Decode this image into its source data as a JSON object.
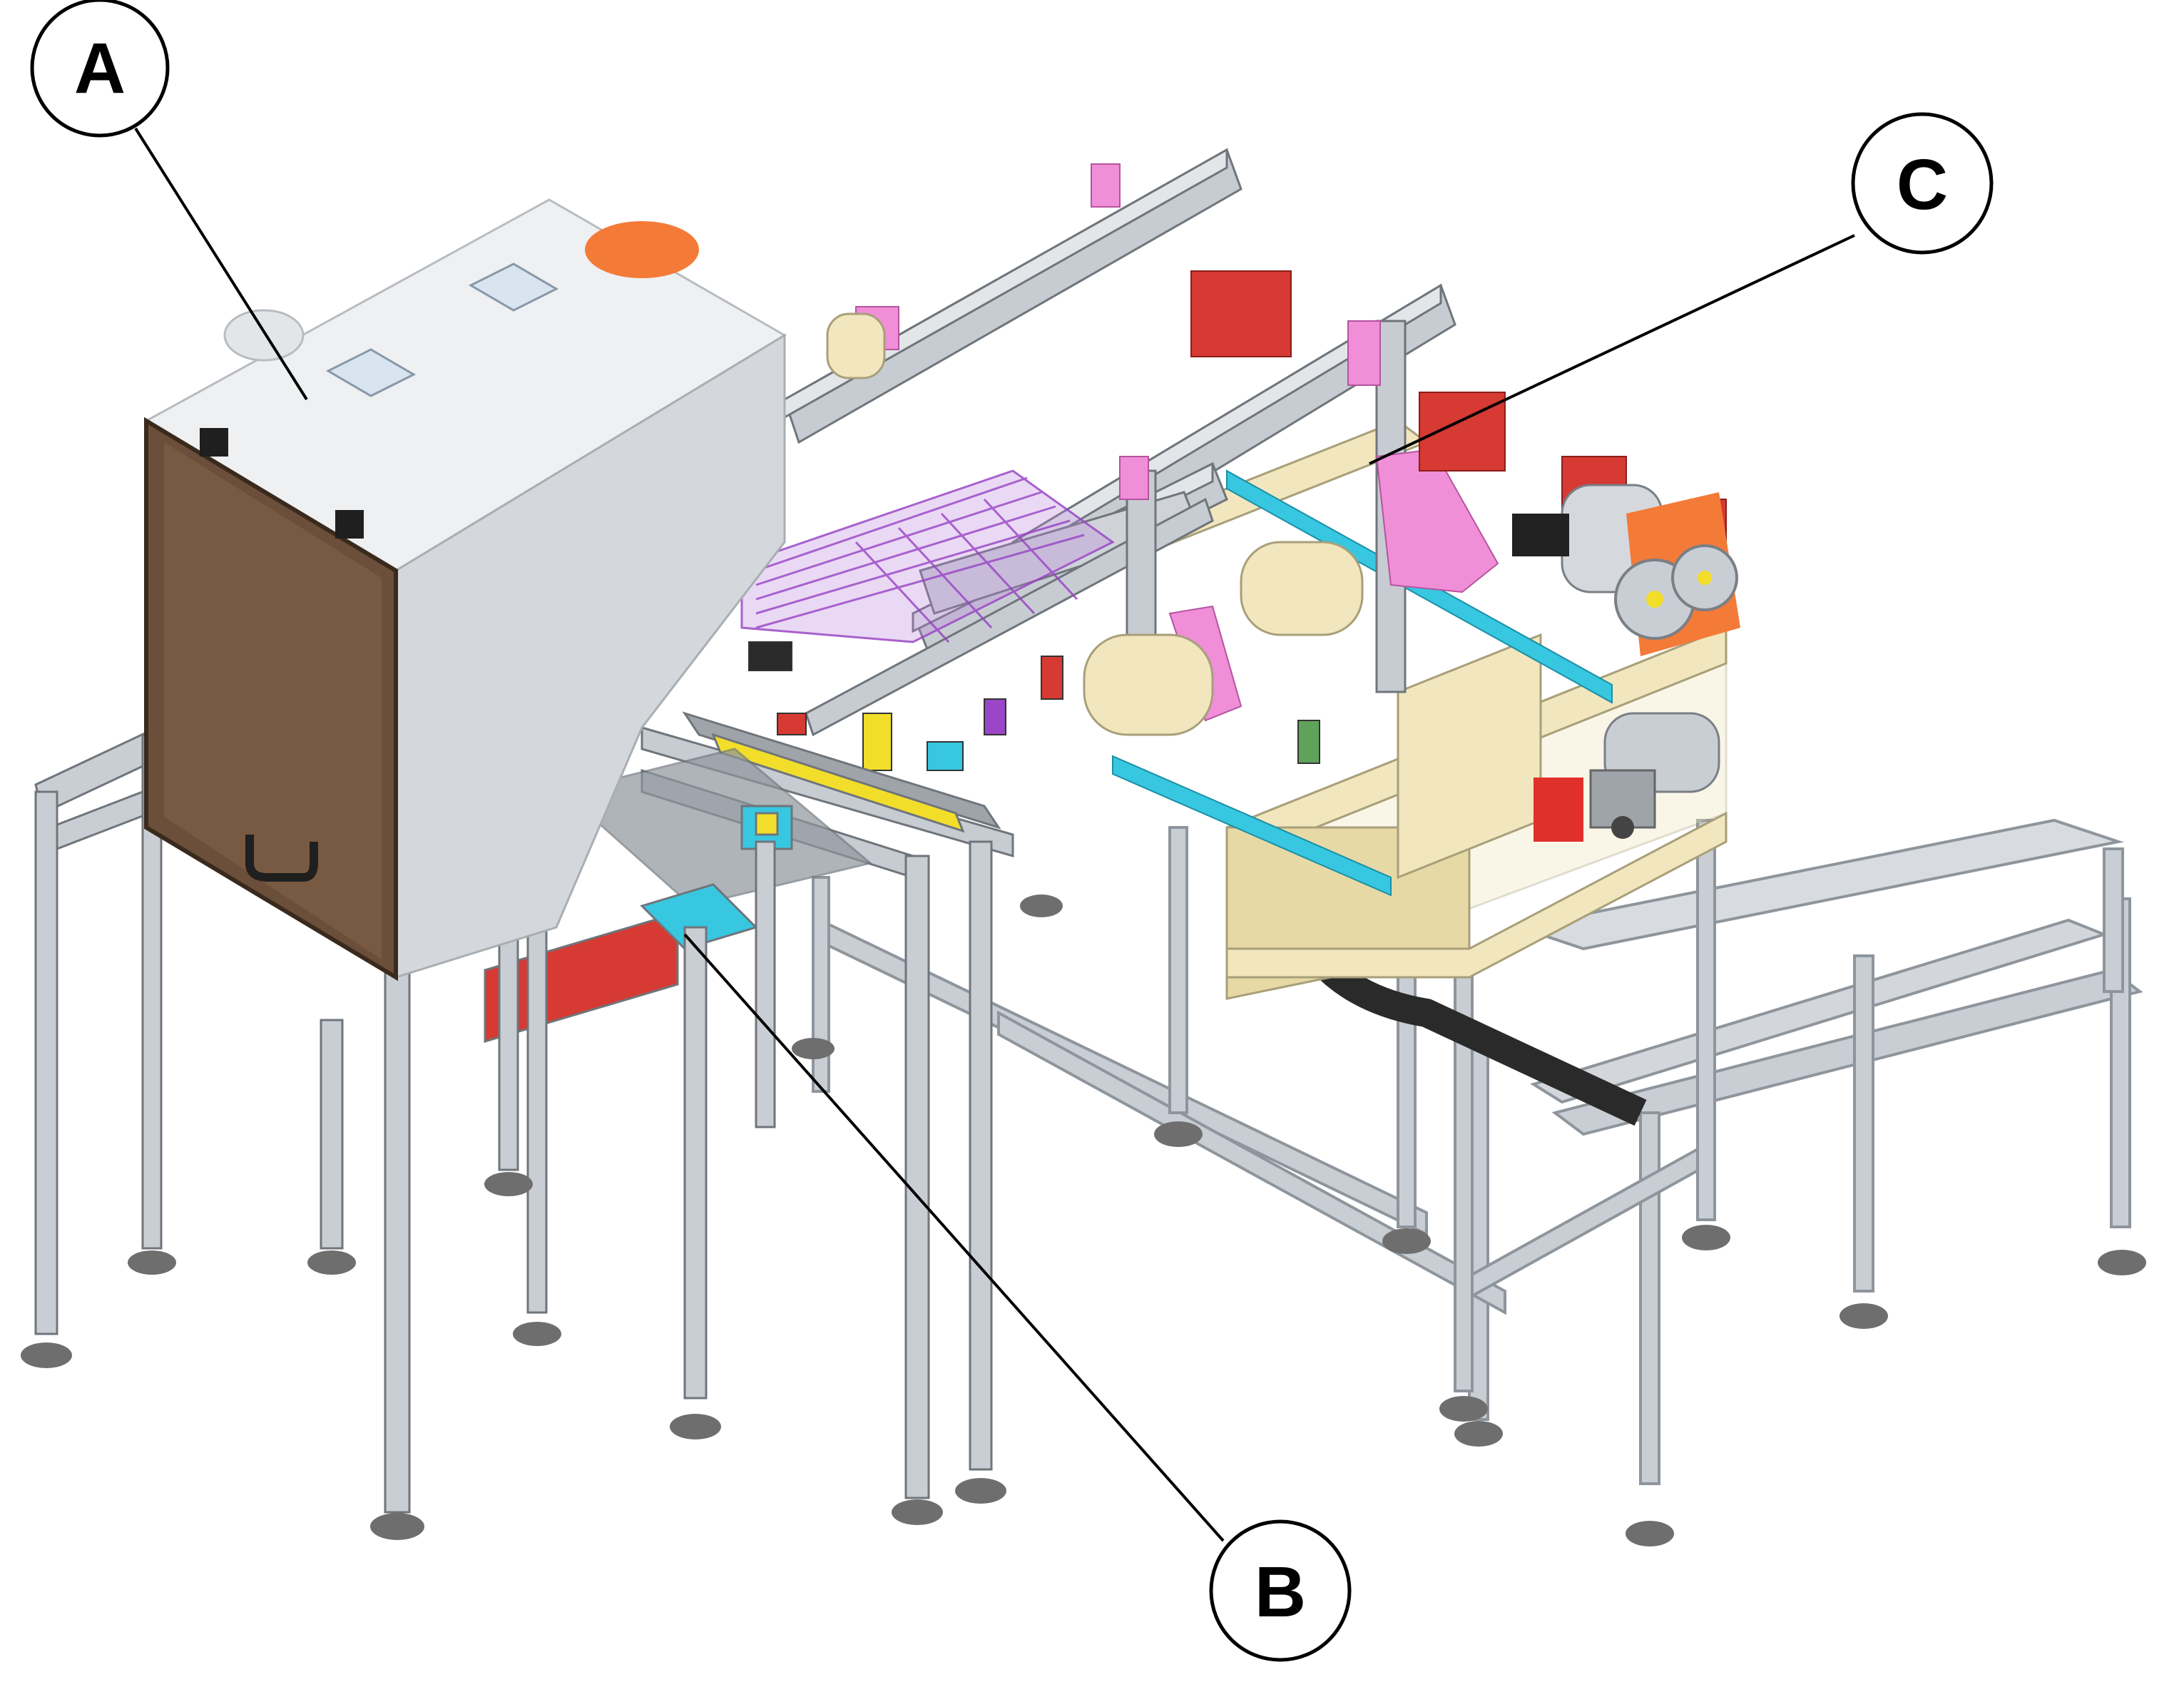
{
  "figure": {
    "background": "#ffffff",
    "callouts": [
      {
        "id": "A",
        "label": "A"
      },
      {
        "id": "B",
        "label": "B"
      },
      {
        "id": "C",
        "label": "C"
      }
    ],
    "colors": {
      "aluminum": "#c9ced4",
      "aluminum_dark": "#8e959c",
      "hopper_white": "#e7e9ec",
      "hopper_brown": "#6b4f3a",
      "cream": "#f1e6bd",
      "pink": "#f08ed8",
      "purple": "#9a46c6",
      "red": "#d63a33",
      "cyan": "#37c7e0",
      "yellow": "#f2de2a",
      "foot": "#6e6e6e",
      "orange": "#f47a38"
    }
  }
}
